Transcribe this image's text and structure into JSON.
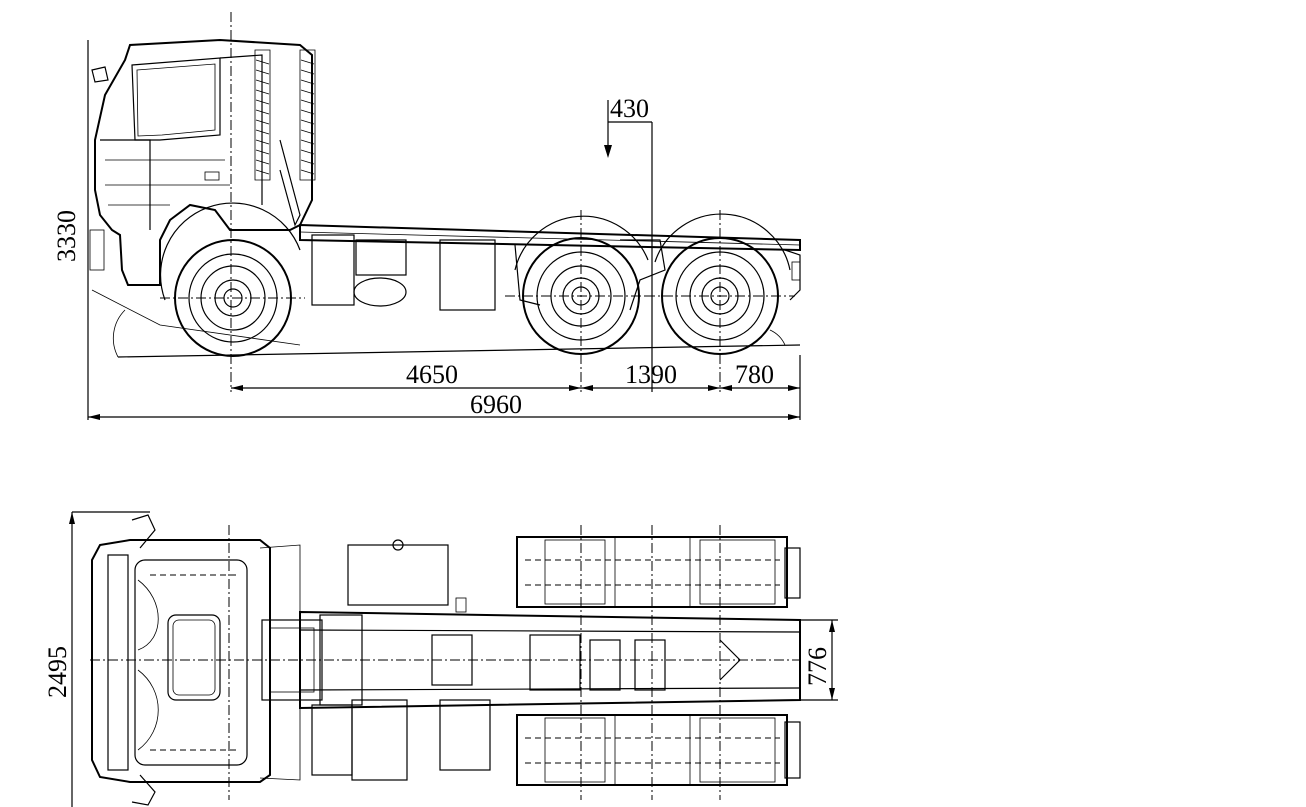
{
  "dimensions": {
    "overall_height": "3330",
    "fifth_wheel_offset": "430",
    "wheelbase": "4650",
    "tandem_spacing": "1390",
    "rear_overhang": "780",
    "overall_length": "6960",
    "overall_width": "2495",
    "frame_width": "776"
  }
}
